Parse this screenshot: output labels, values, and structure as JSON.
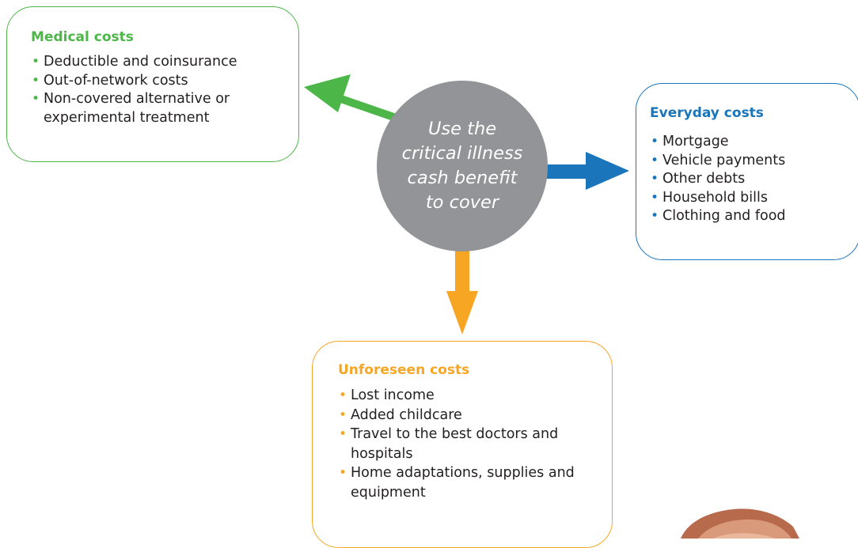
{
  "center": {
    "text": "Use the critical illness cash benefit to cover"
  },
  "medical": {
    "title": "Medical costs",
    "items": [
      "Deductible and coinsurance",
      "Out-of-network costs",
      "Non-covered alternative or experimental treatment"
    ]
  },
  "everyday": {
    "title": "Everyday costs",
    "items": [
      "Mortgage",
      "Vehicle payments",
      "Other debts",
      "Household bills",
      "Clothing and food"
    ]
  },
  "unforeseen": {
    "title": "Unforeseen costs",
    "items": [
      "Lost income",
      "Added childcare",
      "Travel to the best doctors and hospitals",
      "Home adaptations, supplies and equipment"
    ]
  },
  "bullet": "•",
  "colors": {
    "medical": "#4cb748",
    "everyday": "#1a75bb",
    "unforeseen": "#f6a623",
    "circle": "#929497",
    "text": "#231f20"
  }
}
